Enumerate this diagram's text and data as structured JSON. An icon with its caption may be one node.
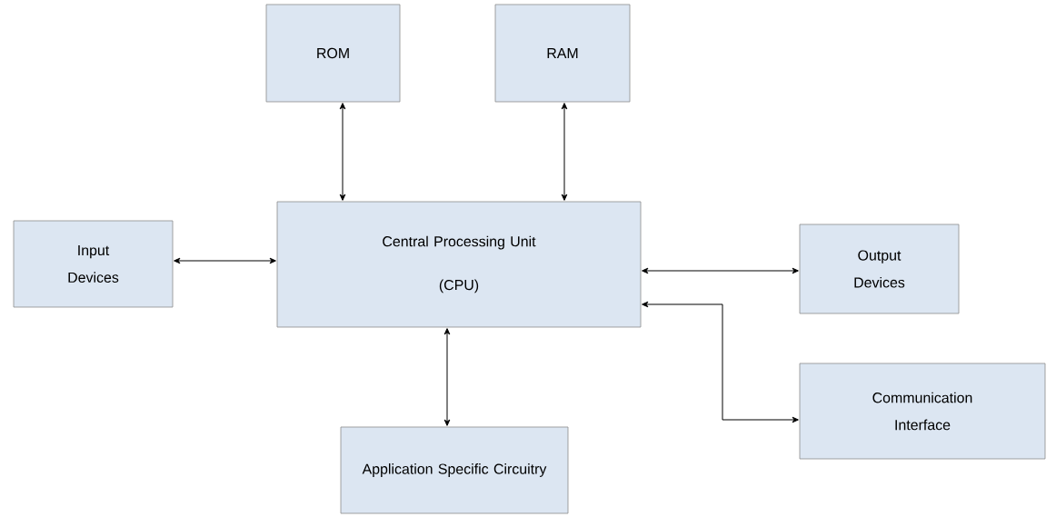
{
  "diagram": {
    "nodes": [
      {
        "text": [
          "ROM"
        ]
      },
      {
        "text": [
          "RAM"
        ]
      },
      {
        "text": [
          "Input Devices"
        ]
      },
      {
        "text": [
          "Central Processing Unit",
          "(CPU)"
        ]
      },
      {
        "text": [
          "Output Devices"
        ]
      },
      {
        "text": [
          "Communication Interface"
        ]
      },
      {
        "text": [
          "Application Specific Circuitry"
        ]
      }
    ],
    "edges": [
      {
        "from": 0,
        "to": 3,
        "arrow": "both"
      },
      {
        "from": 1,
        "to": 3,
        "arrow": "both"
      },
      {
        "from": 2,
        "to": 3,
        "arrow": "both"
      },
      {
        "from": 3,
        "to": 4,
        "arrow": "both"
      },
      {
        "from": 3,
        "to": 6,
        "arrow": "both"
      },
      {
        "from": 3,
        "to": 5,
        "arrow": "both"
      }
    ]
  }
}
